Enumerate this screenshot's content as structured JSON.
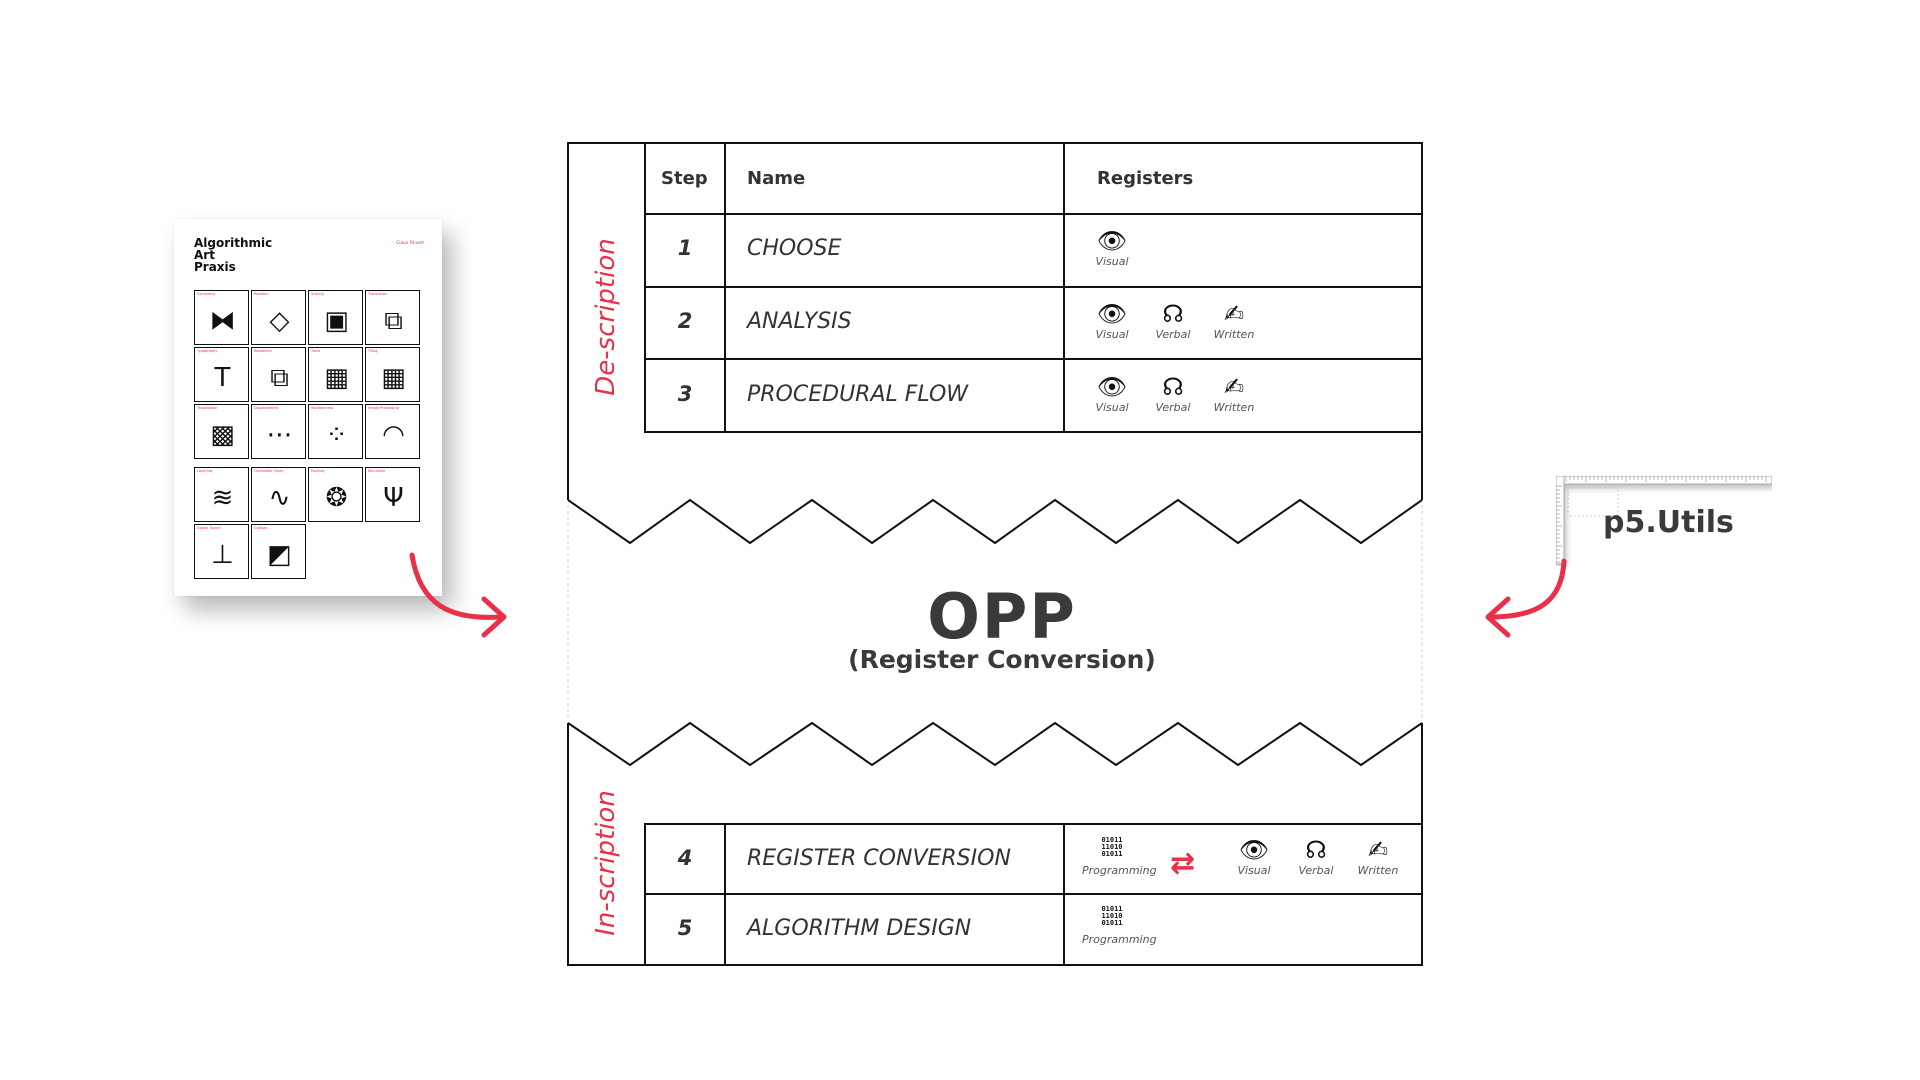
{
  "poster": {
    "title": "Algorithmic\nArt\nPraxis",
    "author": "Claus Rinost",
    "cells": [
      {
        "label": "Symmetry",
        "glyph": "⧓"
      },
      {
        "label": "Rotation",
        "glyph": "◇"
      },
      {
        "label": "Scaling",
        "glyph": "▣"
      },
      {
        "label": "Translation",
        "glyph": "⧉"
      },
      {
        "label": "Typography",
        "glyph": "T"
      },
      {
        "label": "Repetition",
        "glyph": "⧉"
      },
      {
        "label": "Trace",
        "glyph": "▦"
      },
      {
        "label": "Tiling",
        "glyph": "▦"
      },
      {
        "label": "Tessellation",
        "glyph": "▩"
      },
      {
        "label": "Displacement",
        "glyph": "⋯"
      },
      {
        "label": "Randomness",
        "glyph": "⁘"
      },
      {
        "label": "Image Processing",
        "glyph": "◠"
      },
      {
        "label": "Layering",
        "glyph": "≋"
      },
      {
        "label": "Oscillation (Sine)",
        "glyph": "∿"
      },
      {
        "label": "Packing",
        "glyph": "❂"
      },
      {
        "label": "Recursion",
        "glyph": "Ψ"
      },
      {
        "label": "Digital Sound",
        "glyph": "⊥"
      },
      {
        "label": "Collage",
        "glyph": "◩"
      }
    ]
  },
  "table": {
    "headers": {
      "step": "Step",
      "name": "Name",
      "registers": "Registers"
    },
    "rows": [
      {
        "step": "1",
        "name": "CHOOSE"
      },
      {
        "step": "2",
        "name": "ANALYSIS"
      },
      {
        "step": "3",
        "name": "PROCEDURAL FLOW"
      },
      {
        "step": "4",
        "name": "REGISTER CONVERSION"
      },
      {
        "step": "5",
        "name": "ALGORITHM DESIGN"
      }
    ],
    "registers": {
      "visual": "Visual",
      "verbal": "Verbal",
      "written": "Written",
      "programming": "Programming",
      "binary": "01011\n11010\n01011"
    },
    "section_top": "De-scription",
    "section_bottom": "In-scription"
  },
  "center": {
    "title": "OPP",
    "subtitle": "(Register Conversion)"
  },
  "logo": {
    "label": "p5.Utils"
  },
  "colors": {
    "accent": "#e8304b",
    "line": "#111111",
    "text": "#333333"
  },
  "icons": {
    "visual": "eye-icon",
    "verbal": "head-speaking-icon",
    "written": "hand-writing-icon",
    "programming": "binary-code-icon",
    "conversion": "swap-arrows-icon"
  }
}
